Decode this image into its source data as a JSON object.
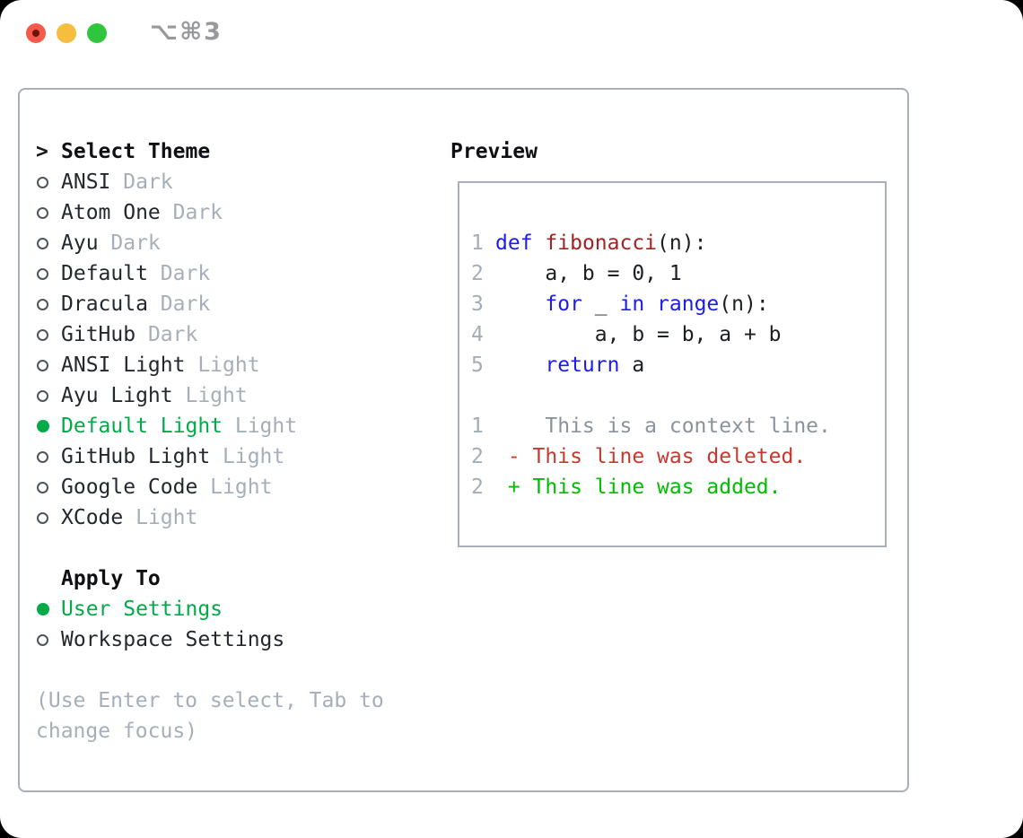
{
  "titlebar": {
    "shortcut": "⌥⌘3",
    "buttons": [
      "close-button",
      "minimize-button",
      "zoom-button"
    ]
  },
  "theme_list": {
    "cursor": ">",
    "title": "Select Theme",
    "items": [
      {
        "label": "ANSI",
        "tag": "Dark",
        "selected": false
      },
      {
        "label": "Atom One",
        "tag": "Dark",
        "selected": false
      },
      {
        "label": "Ayu",
        "tag": "Dark",
        "selected": false
      },
      {
        "label": "Default",
        "tag": "Dark",
        "selected": false
      },
      {
        "label": "Dracula",
        "tag": "Dark",
        "selected": false
      },
      {
        "label": "GitHub",
        "tag": "Dark",
        "selected": false
      },
      {
        "label": "ANSI Light",
        "tag": "Light",
        "selected": false
      },
      {
        "label": "Ayu Light",
        "tag": "Light",
        "selected": false
      },
      {
        "label": "Default Light",
        "tag": "Light",
        "selected": true
      },
      {
        "label": "GitHub Light",
        "tag": "Light",
        "selected": false
      },
      {
        "label": "Google Code",
        "tag": "Light",
        "selected": false
      },
      {
        "label": "XCode",
        "tag": "Light",
        "selected": false
      }
    ],
    "apply_to": {
      "title": "Apply To",
      "options": [
        {
          "label": "User Settings",
          "selected": true
        },
        {
          "label": "Workspace Settings",
          "selected": false
        }
      ]
    },
    "help_text": "(Use Enter to select, Tab to change focus)"
  },
  "preview": {
    "title": "Preview",
    "lines": [
      {
        "num": "1",
        "segments": [
          {
            "c": "kw",
            "t": "def"
          },
          {
            "c": "plain",
            "t": " "
          },
          {
            "c": "fn",
            "t": "fibonacci"
          },
          {
            "c": "plain",
            "t": "(n):"
          }
        ]
      },
      {
        "num": "2",
        "segments": [
          {
            "c": "plain",
            "t": "    a, b = 0, 1"
          }
        ]
      },
      {
        "num": "3",
        "segments": [
          {
            "c": "plain",
            "t": "    "
          },
          {
            "c": "kw",
            "t": "for"
          },
          {
            "c": "plain",
            "t": " _ "
          },
          {
            "c": "kw",
            "t": "in"
          },
          {
            "c": "plain",
            "t": " "
          },
          {
            "c": "kw",
            "t": "range"
          },
          {
            "c": "plain",
            "t": "(n):"
          }
        ]
      },
      {
        "num": "4",
        "segments": [
          {
            "c": "plain",
            "t": "        a, b = b, a + b"
          }
        ]
      },
      {
        "num": "5",
        "segments": [
          {
            "c": "plain",
            "t": "    "
          },
          {
            "c": "kw",
            "t": "return"
          },
          {
            "c": "plain",
            "t": " a"
          }
        ]
      },
      {
        "num": "",
        "segments": []
      },
      {
        "num": "1",
        "segments": [
          {
            "c": "ctx",
            "t": "    This is a context line."
          }
        ]
      },
      {
        "num": "2",
        "segments": [
          {
            "c": "del",
            "t": " - This line was deleted."
          }
        ]
      },
      {
        "num": "2",
        "segments": [
          {
            "c": "add",
            "t": " + This line was added."
          }
        ]
      }
    ]
  },
  "colors": {
    "accent_green": "#00ab48",
    "keyword_blue": "#1b1cf0",
    "function_red": "#a42222",
    "diff_deleted_red": "#c6392f",
    "diff_added_green": "#00bd00",
    "muted_gray": "#a6afb9",
    "border_gray": "#a8afb9",
    "traffic_close": "#f4594c",
    "traffic_minimize": "#f7bd3e",
    "traffic_zoom": "#2fc63e"
  }
}
